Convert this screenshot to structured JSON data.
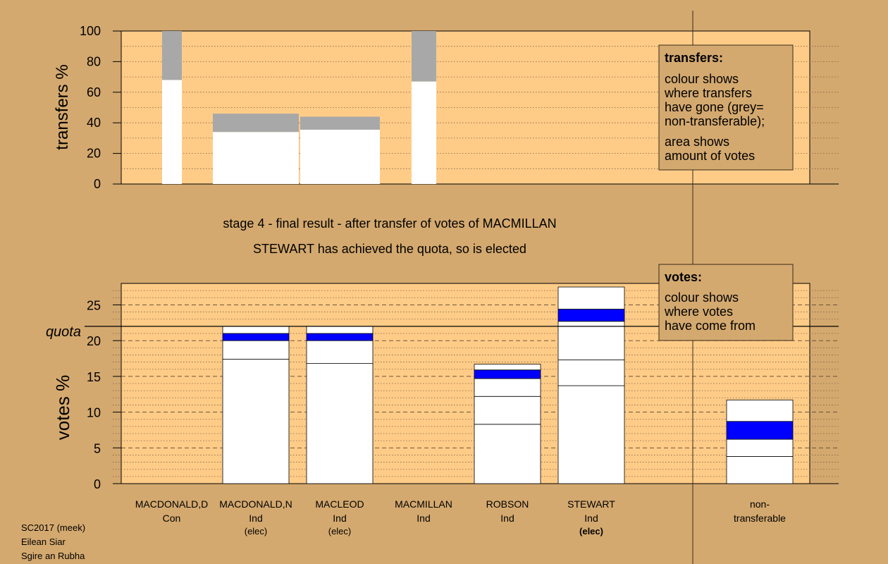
{
  "colors": {
    "background": "#D4A96F",
    "plot_bg": "#FFCC88",
    "transfer_new": "#0000FF",
    "nontransferable": "#A8A8A8",
    "existing": "#FFFFFF",
    "legend_bg": "#D4A96F"
  },
  "chart_data": [
    {
      "type": "bar",
      "name": "transfers",
      "ylabel": "transfers %",
      "ylim": [
        0,
        100
      ],
      "yticks": [
        0,
        20,
        40,
        60,
        80,
        100
      ],
      "grid": "dotted",
      "bars": [
        {
          "candidate": "MACDONALD,D",
          "total": 100,
          "white": 68,
          "grey": 32
        },
        {
          "candidate": "MACDONALD,N",
          "total": 46,
          "white": 34,
          "grey": 12
        },
        {
          "candidate": "MACLEOD",
          "total": 44,
          "white": 35.5,
          "grey": 8.5
        },
        {
          "candidate": "MACMILLAN",
          "total": 100,
          "white": 67,
          "grey": 33
        }
      ],
      "legend": {
        "title": "transfers:",
        "lines1": [
          "colour shows",
          "where transfers",
          "have gone (grey=",
          "non-transferable);"
        ],
        "lines2": [
          "area shows",
          "amount of votes"
        ]
      }
    },
    {
      "type": "bar",
      "name": "votes",
      "ylabel": "votes %",
      "ylim": [
        0,
        28
      ],
      "yticks": [
        0,
        5,
        10,
        15,
        20,
        25
      ],
      "quota": 22,
      "quota_label": "quota",
      "grid": "dashed",
      "categories": [
        "MACDONALD,D",
        "MACDONALD,N",
        "MACLEOD",
        "MACMILLAN",
        "ROBSON",
        "STEWART",
        "non-transferable"
      ],
      "bars": [
        {
          "candidate": "MACDONALD,D",
          "segments": []
        },
        {
          "candidate": "MACDONALD,N",
          "segments": [
            {
              "from": 0,
              "to": 17.4,
              "color": "white"
            },
            {
              "from": 17.4,
              "to": 20.0,
              "color": "white"
            },
            {
              "from": 20.0,
              "to": 21.0,
              "color": "blue"
            },
            {
              "from": 21.0,
              "to": 22.0,
              "color": "white"
            }
          ]
        },
        {
          "candidate": "MACLEOD",
          "segments": [
            {
              "from": 0,
              "to": 16.8,
              "color": "white"
            },
            {
              "from": 16.8,
              "to": 20.0,
              "color": "white"
            },
            {
              "from": 20.0,
              "to": 21.0,
              "color": "blue"
            },
            {
              "from": 21.0,
              "to": 22.0,
              "color": "white"
            }
          ]
        },
        {
          "candidate": "MACMILLAN",
          "segments": []
        },
        {
          "candidate": "ROBSON",
          "segments": [
            {
              "from": 0,
              "to": 8.3,
              "color": "white"
            },
            {
              "from": 8.3,
              "to": 12.2,
              "color": "white"
            },
            {
              "from": 12.2,
              "to": 14.7,
              "color": "white"
            },
            {
              "from": 14.7,
              "to": 15.9,
              "color": "blue"
            },
            {
              "from": 15.9,
              "to": 16.7,
              "color": "white"
            }
          ]
        },
        {
          "candidate": "STEWART",
          "segments": [
            {
              "from": 0,
              "to": 13.7,
              "color": "white"
            },
            {
              "from": 13.7,
              "to": 17.3,
              "color": "white"
            },
            {
              "from": 17.3,
              "to": 22.7,
              "color": "white"
            },
            {
              "from": 22.7,
              "to": 24.4,
              "color": "blue"
            },
            {
              "from": 24.4,
              "to": 27.5,
              "color": "white"
            }
          ]
        },
        {
          "candidate": "non-transferable",
          "segments": [
            {
              "from": 0,
              "to": 3.8,
              "color": "white"
            },
            {
              "from": 3.8,
              "to": 6.2,
              "color": "white"
            },
            {
              "from": 6.2,
              "to": 8.7,
              "color": "blue"
            },
            {
              "from": 8.7,
              "to": 11.7,
              "color": "white"
            }
          ]
        }
      ],
      "legend": {
        "title": "votes:",
        "lines1": [
          "colour shows",
          "where votes",
          "have come from"
        ]
      }
    }
  ],
  "stage_text": "stage 4 - final result - after transfer of votes of MACMILLAN",
  "elected_text": "STEWART has achieved the quota, so is elected",
  "candidates": [
    {
      "name": "MACDONALD,D",
      "party": "Con",
      "status": ""
    },
    {
      "name": "MACDONALD,N",
      "party": "Ind",
      "status": "(elec)"
    },
    {
      "name": "MACLEOD",
      "party": "Ind",
      "status": "(elec)"
    },
    {
      "name": "MACMILLAN",
      "party": "Ind",
      "status": ""
    },
    {
      "name": "ROBSON",
      "party": "Ind",
      "status": ""
    },
    {
      "name": "STEWART",
      "party": "Ind",
      "status": "(elec)"
    },
    {
      "name": "non-",
      "party": "transferable",
      "status": ""
    }
  ],
  "footer": [
    "SC2017 (meek)",
    "Eilean Siar",
    "Sgire an Rubha"
  ]
}
